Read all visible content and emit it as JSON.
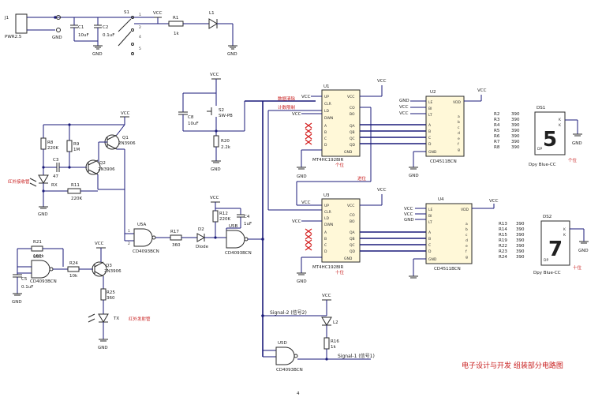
{
  "title": "电子设计与开发 组装部分电路图",
  "page_number": "4",
  "power": {
    "vcc": "VCC",
    "gnd": "GND"
  },
  "signals": {
    "sig2": "Signal-2 (信号2)",
    "sig1": "Signal-1 (信号1)",
    "counter_reset": "数据清除",
    "count_enable": "计数限制",
    "carry": "进位"
  },
  "labels": {
    "ir_receiver": "红外接收管",
    "ir_emitter": "红外发射管",
    "ones": "个位",
    "tens": "十位",
    "display_type": "Dpy Blue-CC"
  },
  "components": {
    "j1": "J1",
    "pwr": "PWR2.5",
    "c1": "C1",
    "c1v": "10uF",
    "c2": "C2",
    "c2v": "0.1uF",
    "s1": "S1",
    "r1": "R1",
    "r1v": "1k",
    "l1": "L1",
    "c3": "C3",
    "c3v": "47",
    "r8": "R8",
    "r8v": "220K",
    "r9": "R9",
    "r9v": "1M",
    "q1": "Q1",
    "q2": "Q2",
    "q3": "Q3",
    "qtype": "2N3906",
    "r11": "R11",
    "r11v": "220K",
    "rx": "RX",
    "c8": "C8",
    "c8v": "10uF",
    "s2": "S2",
    "s2v": "SW-PB",
    "r20": "R20",
    "r20v": "2.2k",
    "r12": "R12",
    "r12v": "220K",
    "c4": "C4",
    "c4v": "1uF",
    "d2": "D2",
    "diode": "Diode",
    "u5a": "U5A",
    "u5b": "U5B",
    "u5c": "U5C",
    "u5d": "U5D",
    "gate": "CD4093BCN",
    "r17": "R17",
    "r17v": "360",
    "r21": "R21",
    "r21v": "100k",
    "c5": "C5",
    "c5v": "0.1uF",
    "r24": "R24",
    "r24v": "10k",
    "r25": "R25",
    "r25v": "360",
    "tx": "TX",
    "l2": "L2",
    "r16": "R16",
    "r16v": "1k",
    "u1": "U1",
    "u3": "U3",
    "counter": "MT4HC192BIR",
    "u2": "U2",
    "u4": "U4",
    "decoder": "CD4511BCN",
    "ds1": "DS1",
    "ds2": "DS2"
  },
  "chip_pins": {
    "counter_left": [
      "UP",
      "CLR",
      "LD",
      "DWN",
      "A",
      "B",
      "C",
      "D"
    ],
    "counter_right": [
      "VCC",
      "CO",
      "BO",
      "QA",
      "QB",
      "QC",
      "QD",
      "GND"
    ],
    "decoder_left": [
      "LE",
      "BI",
      "LT",
      "A",
      "B",
      "C",
      "D",
      "GND"
    ],
    "decoder_right": [
      "VDD",
      "a",
      "b",
      "c",
      "d",
      "e",
      "f",
      "g"
    ]
  },
  "resistor_array": {
    "top": [
      "R2",
      "R3",
      "R4",
      "R5",
      "R6",
      "R7",
      "R8"
    ],
    "bottom": [
      "R13",
      "R14",
      "R15",
      "R19",
      "R22",
      "R23",
      "R24"
    ],
    "value": "390"
  },
  "display_digits": {
    "ones": "5",
    "tens": "7"
  }
}
